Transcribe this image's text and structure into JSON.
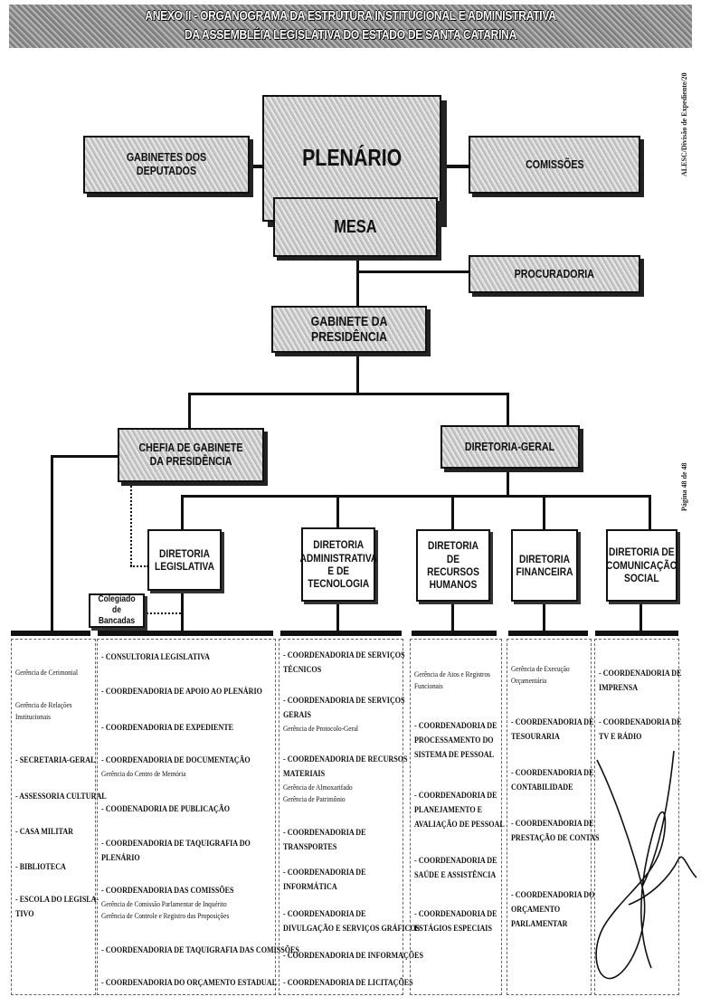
{
  "header": {
    "line1": "ANEXO II - ORGANOGRAMA DA ESTRUTURA INSTITUCIONAL E ADMINISTRATIVA",
    "line2": "DA ASSEMBLÉIA LEGISLATIVA DO ESTADO DE SANTA CATARINA"
  },
  "margin": {
    "source": "ALESC/Divisão de Expediente/20",
    "page": "Página 48 de 48"
  },
  "top": {
    "plenario": "PLENÁRIO",
    "gabinetes": "GABINETES DOS DEPUTADOS",
    "comissoes": "COMISSÕES",
    "mesa": "MESA",
    "procuradoria": "PROCURADORIA",
    "gabinete_presidencia": "GABINETE DA PRESIDÊNCIA",
    "chefia": "CHEFIA DE GABINETE DA PRESIDÊNCIA",
    "diretoria_geral": "DIRETORIA-GERAL",
    "colegiado": "Colegiado de Bancadas"
  },
  "diretorias": [
    "DIRETORIA LEGISLATIVA",
    "DIRETORIA ADMINISTRATIVA E DE TECNOLOGIA",
    "DIRETORIA DE RECURSOS HUMANOS",
    "DIRETORIA FINANCEIRA",
    "DIRETORIA DE COMUNICAÇÃO SOCIAL"
  ],
  "columns": [
    {
      "items": [
        {
          "main": [],
          "sub": [
            "Gerência de Cerimonial"
          ]
        },
        {
          "main": [],
          "sub": [
            "Gerência de Relações",
            "Institucionais"
          ]
        },
        {
          "main": [
            "- SECRETARIA-GERAL"
          ],
          "sub": []
        },
        {
          "main": [
            "- ASSESSORIA CULTURAL"
          ],
          "sub": []
        },
        {
          "main": [
            "- CASA MILITAR"
          ],
          "sub": []
        },
        {
          "main": [
            "- BIBLIOTECA"
          ],
          "sub": []
        },
        {
          "main": [
            "- ESCOLA DO LEGISLA-",
            "TIVO"
          ],
          "sub": []
        }
      ]
    },
    {
      "items": [
        {
          "main": [
            "- CONSULTORIA LEGISLATIVA"
          ],
          "sub": []
        },
        {
          "main": [
            "- COORDENADORIA DE APOIO AO PLENÁRIO"
          ],
          "sub": []
        },
        {
          "main": [
            "- COORDENADORIA DE EXPEDIENTE"
          ],
          "sub": []
        },
        {
          "main": [
            "- COORDENADORIA DE DOCUMENTAÇÃO"
          ],
          "sub": [
            "Gerência do Centro de Memória"
          ]
        },
        {
          "main": [
            "- COODENADORIA DE PUBLICAÇÃO"
          ],
          "sub": []
        },
        {
          "main": [
            "- COORDENADORIA DE TAQUIGRAFIA DO",
            "PLENÁRIO"
          ],
          "sub": []
        },
        {
          "main": [
            "- COORDENADORIA DAS COMISSÕES"
          ],
          "sub": [
            "Gerência de Comissão Parlamentar de Inquérito",
            "Gerência de Controle e Registro das Proposições"
          ]
        },
        {
          "main": [
            "- COORDENADORIA DE TAQUIGRAFIA DAS COMISSÕES"
          ],
          "sub": []
        },
        {
          "main": [
            "- COORDENADORIA DO ORÇAMENTO ESTADUAL"
          ],
          "sub": []
        }
      ]
    },
    {
      "items": [
        {
          "main": [
            "- COORDENADORIA DE SERVIÇOS",
            "TÉCNICOS"
          ],
          "sub": []
        },
        {
          "main": [
            "- COORDENADORIA DE SERVIÇOS",
            "GERAIS"
          ],
          "sub": [
            "Gerência de Protocolo-Geral"
          ]
        },
        {
          "main": [
            "- COORDENADORIA DE RECURSOS",
            "MATERIAIS"
          ],
          "sub": [
            "Gerência de Almoxarifado",
            "Gerência de Patrimônio"
          ]
        },
        {
          "main": [
            "- COORDENADORIA DE",
            "TRANSPORTES"
          ],
          "sub": []
        },
        {
          "main": [
            "- COORDENADORIA DE",
            "INFORMÁTICA"
          ],
          "sub": []
        },
        {
          "main": [
            "- COORDENADORIA DE",
            "DIVULGAÇÃO E SERVIÇOS GRÁFICOS"
          ],
          "sub": []
        },
        {
          "main": [
            "- COORDENADORIA DE INFORMAÇÕES"
          ],
          "sub": []
        },
        {
          "main": [
            "- COORDENADORIA DE LICITAÇÕES"
          ],
          "sub": []
        }
      ]
    },
    {
      "items": [
        {
          "main": [],
          "sub": [
            "Gerência de Atos e Registros",
            "Funcionais"
          ]
        },
        {
          "main": [
            "- COORDENADORIA DE",
            "PROCESSAMENTO DO",
            "SISTEMA DE PESSOAL"
          ],
          "sub": []
        },
        {
          "main": [
            "- COORDENADORIA DE",
            "PLANEJAMENTO E",
            "AVALIAÇÃO DE PESSOAL"
          ],
          "sub": []
        },
        {
          "main": [
            "- COORDENADORIA DE",
            "SAÚDE E ASSISTÊNCIA"
          ],
          "sub": []
        },
        {
          "main": [
            "- COORDENADORIA DE",
            "ESTÁGIOS ESPECIAIS"
          ],
          "sub": []
        }
      ]
    },
    {
      "items": [
        {
          "main": [],
          "sub": [
            "Gerência de Execução",
            "Orçamentária"
          ]
        },
        {
          "main": [
            "- COORDENADORIA DE",
            "TESOURARIA"
          ],
          "sub": []
        },
        {
          "main": [
            "- COORDENADORIA DE",
            "CONTABILIDADE"
          ],
          "sub": []
        },
        {
          "main": [
            "- COORDENADORIA DE",
            "PRESTAÇÃO DE CONTAS"
          ],
          "sub": []
        },
        {
          "main": [
            "- COORDENADORIA DO",
            "ORÇAMENTO",
            "PARLAMENTAR"
          ],
          "sub": []
        }
      ]
    },
    {
      "items": [
        {
          "main": [
            "- COORDENADORIA DE",
            "IMPRENSA"
          ],
          "sub": []
        },
        {
          "main": [
            "- COORDENADORIA DE",
            "TV E RÁDIO"
          ],
          "sub": []
        }
      ]
    }
  ]
}
